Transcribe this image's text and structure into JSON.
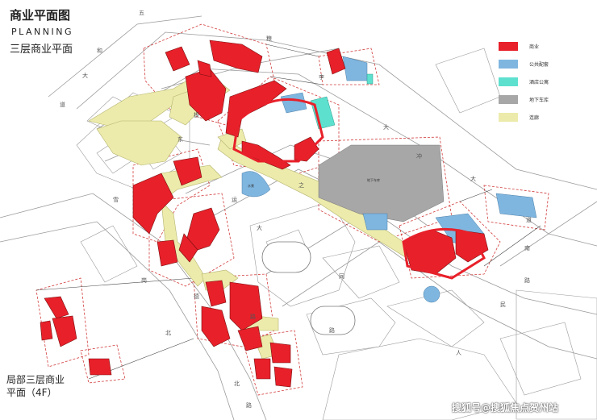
{
  "title": {
    "cn": "商业平面图",
    "en": "PLANNING",
    "subtitle": "三层商业平面"
  },
  "inset_label": {
    "line1": "局部三层商业",
    "line2": "平面（4F）"
  },
  "legend": [
    {
      "label": "商业",
      "color": "#e8202a"
    },
    {
      "label": "公共配套",
      "color": "#7fb6e0"
    },
    {
      "label": "酒店公寓",
      "color": "#5ee0cf"
    },
    {
      "label": "地下车库",
      "color": "#a7a7a7"
    },
    {
      "label": "连廊",
      "color": "#ecebab"
    }
  ],
  "road_labels": [
    "五",
    "和",
    "大",
    "道",
    "粮",
    "李",
    "板",
    "东",
    "大",
    "冲",
    "大",
    "道",
    "运",
    "之",
    "大",
    "路",
    "雪",
    "岗",
    "北",
    "德",
    "路",
    "同",
    "路",
    "人",
    "民",
    "路",
    "北",
    "南"
  ],
  "block_labels": {
    "garage": "地下车库",
    "pond": "水景"
  },
  "watermark": "搜狐号@搜狐焦点贺州站",
  "colors": {
    "commercial": "#e8202a",
    "public": "#7fb6e0",
    "hotel": "#5ee0cf",
    "garage": "#a7a7a7",
    "corridor": "#ecebab",
    "outline": "#d23c3c"
  }
}
